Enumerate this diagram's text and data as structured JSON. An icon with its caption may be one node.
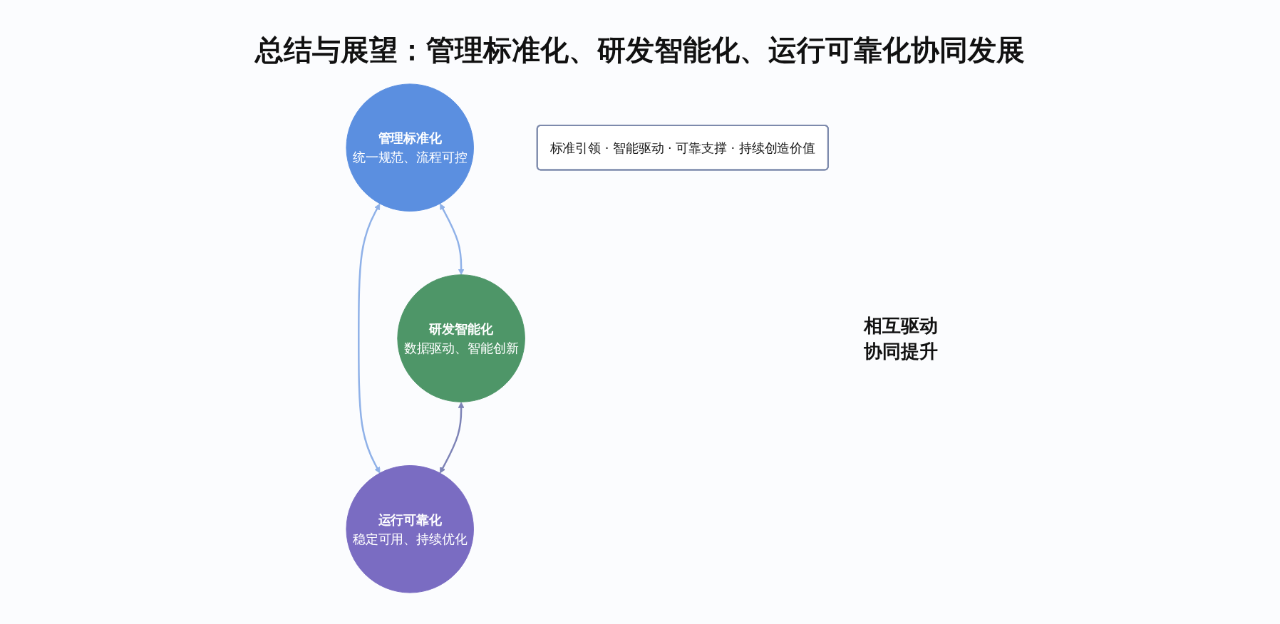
{
  "diagram": {
    "title": "总结与展望：管理标准化、研发智能化、运行可靠化协同发展",
    "nodes": [
      {
        "text": [
          "管理标准化",
          "统一规范、流程可控"
        ]
      },
      {
        "text": [
          "研发智能化",
          "数据驱动、智能创新"
        ]
      },
      {
        "text": [
          "运行可靠化",
          "稳定可用、持续优化"
        ]
      },
      {
        "text": [
          "标准引领 · 智能驱动 · 可靠支撑 · 持续创造价值"
        ]
      }
    ],
    "edges": [
      {
        "from": 0,
        "to": 1,
        "arrow": "both"
      },
      {
        "from": 0,
        "to": 2,
        "arrow": "both"
      },
      {
        "from": 1,
        "to": 2,
        "arrow": "both",
        "color": "#7d83b6"
      }
    ],
    "labels": [
      "相互驱动协同提升"
    ]
  }
}
